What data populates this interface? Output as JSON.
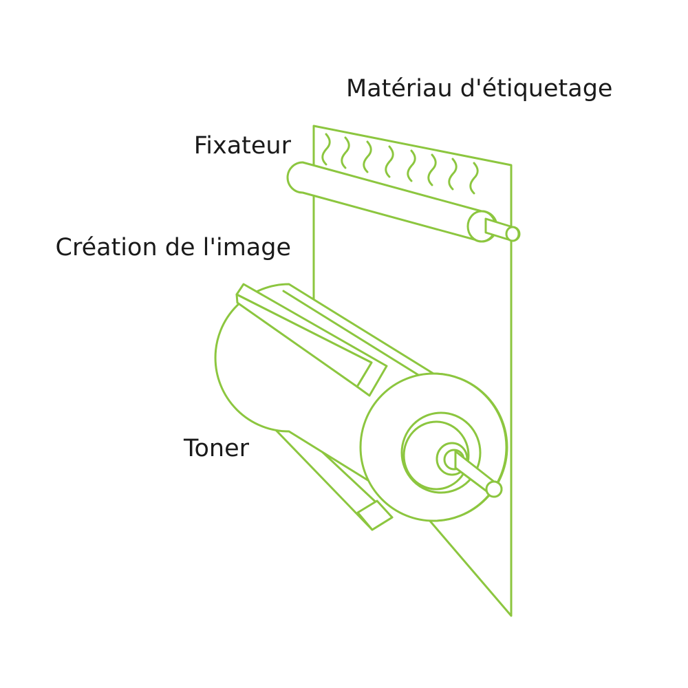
{
  "labels": {
    "material": "Matériau d'étiquetage",
    "fuser": "Fixateur",
    "imaging": "Création de l'image",
    "toner": "Toner"
  },
  "colors": {
    "accent": "#8cc63f",
    "text": "#1a1a1a",
    "background": "#ffffff"
  }
}
